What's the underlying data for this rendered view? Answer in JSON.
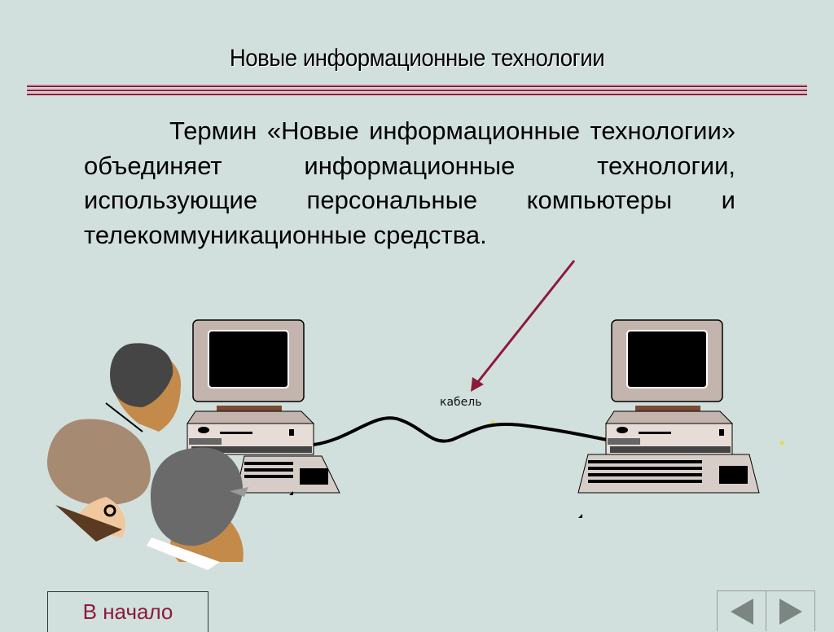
{
  "slide": {
    "title": "Новые информационные технологии",
    "paragraph": "Термин «Новые информационные технологии» объединяет информационные технологии, использующие персональные компьютеры и телекоммуникационные средства.",
    "cable_label": "кабель"
  },
  "illustration": {
    "computers": 2,
    "people": 3,
    "arrow_color": "#8c1a3c"
  },
  "navigation": {
    "home_label": "В начало",
    "prev_icon": "triangle-left-icon",
    "next_icon": "triangle-right-icon"
  },
  "colors": {
    "background": "#d2e0dd",
    "accent": "#8c1a3c",
    "nav_arrow": "#7b8582"
  }
}
